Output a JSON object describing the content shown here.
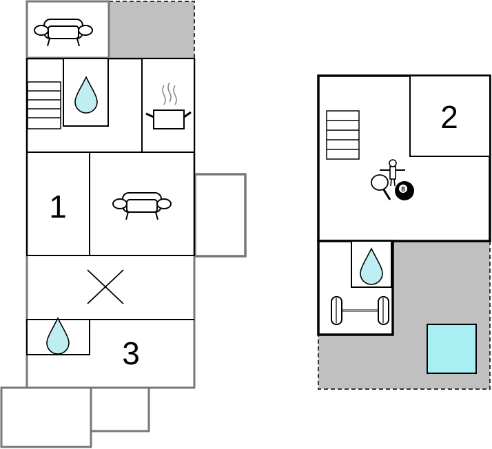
{
  "floor_plan": {
    "ground_floor": {
      "room_1": {
        "label": "1"
      },
      "room_3": {
        "label": "3"
      }
    },
    "upper_floor": {
      "room_2": {
        "label": "2"
      },
      "billiard_ball": {
        "label": "8"
      }
    }
  },
  "colors": {
    "wall": "#000000",
    "outdoor_wall": "#777777",
    "terrace_fill": "#c0c0c0",
    "water": "#bfeef2",
    "pool": "#a8eef2"
  },
  "icons": [
    "sofa-icon",
    "water-drop-icon",
    "stairs-icon",
    "cooking-pot-icon",
    "bed-cross-icon",
    "table-tennis-icon",
    "foosball-icon",
    "billiard-ball-icon",
    "dumbbell-icon",
    "pool-icon"
  ]
}
